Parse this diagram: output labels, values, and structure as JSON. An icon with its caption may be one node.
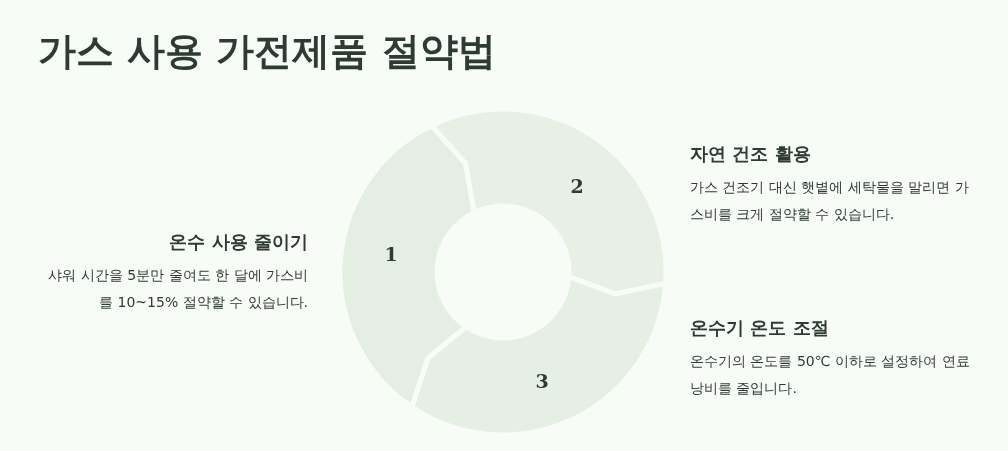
{
  "diagram": {
    "title": "가스 사용 가전제품 절약법",
    "nodes": [
      {
        "text": [
          "1"
        ],
        "beside": [
          "온수 사용 줄이기",
          "샤워 시간을 5분만 줄여도 한 달에 가스비를 10~15% 절약할 수 있습니다."
        ]
      },
      {
        "text": [
          "2"
        ],
        "beside": [
          "자연 건조 활용",
          "가스 건조기 대신 햇볕에 세탁물을 말리면 가스비를 크게 절약할 수 있습니다."
        ]
      },
      {
        "text": [
          "3"
        ],
        "beside": [
          "온수기 온도 조절",
          "온수기의 온도를 50℃ 이하로 설정하여 연료 낭비를 줄입니다."
        ]
      }
    ]
  }
}
